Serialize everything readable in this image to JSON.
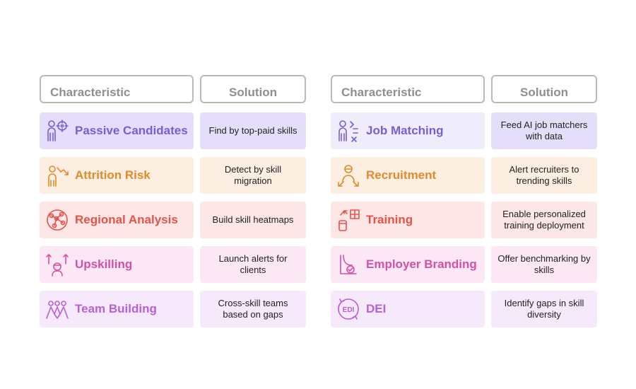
{
  "headers": {
    "characteristic": "Characteristic",
    "solution": "Solution"
  },
  "colors": {
    "purple": "#7b5cd6",
    "orange": "#e08a2b",
    "red": "#e4534a",
    "pink": "#d54fa8",
    "violet": "#b85fd6",
    "purple_bg": "#e4defa",
    "orange_bg": "#fcefe1",
    "red_bg": "#fde6e6",
    "pink_bg": "#fce7f4",
    "violet_bg": "#f6e9fb"
  },
  "left": [
    {
      "label": "Passive Candidates",
      "solution": "Find by top-paid skills",
      "icon": "candidate-target-icon",
      "color": "#7b5cd6",
      "bg": "#e4defa",
      "solbg": "#e4defa"
    },
    {
      "label": "Attrition Risk",
      "solution": "Detect by skill migration",
      "icon": "attrition-arrow-icon",
      "color": "#e08a2b",
      "bg": "#fcefe1",
      "solbg": "#fcefe1"
    },
    {
      "label": "Regional Analysis",
      "solution": "Build skill heatmaps",
      "icon": "region-network-icon",
      "color": "#e4534a",
      "bg": "#fde6e6",
      "solbg": "#fde6e6"
    },
    {
      "label": "Upskilling",
      "solution": "Launch alerts for clients",
      "icon": "upskill-person-icon",
      "color": "#d54fa8",
      "bg": "#fce7f4",
      "solbg": "#fce7f4"
    },
    {
      "label": "Team Building",
      "solution": "Cross-skill teams based on gaps",
      "icon": "team-people-icon",
      "color": "#b85fd6",
      "bg": "#f6e9fb",
      "solbg": "#f6e9fb"
    }
  ],
  "right": [
    {
      "label": "Job Matching",
      "solution": "Feed AI job matchers with data",
      "icon": "job-match-icon",
      "color": "#7b5cd6",
      "bg": "#efecfb",
      "solbg": "#e4defa"
    },
    {
      "label": "Recruitment",
      "solution": "Alert recruiters to trending skills",
      "icon": "recruiter-icon",
      "color": "#e08a2b",
      "bg": "#fcefe1",
      "solbg": "#fcefe1"
    },
    {
      "label": "Training",
      "solution": "Enable personalized training deployment",
      "icon": "training-board-icon",
      "color": "#e4534a",
      "bg": "#fde6e6",
      "solbg": "#fde6e6"
    },
    {
      "label": "Employer Branding",
      "solution": "Offer benchmarking by skills",
      "icon": "branding-chart-icon",
      "color": "#d54fa8",
      "bg": "#fce7f4",
      "solbg": "#fce7f4"
    },
    {
      "label": "DEI",
      "solution": "Identify gaps in skill diversity",
      "icon": "dei-cycle-icon",
      "color": "#b85fd6",
      "bg": "#f6e9fb",
      "solbg": "#f6e9fb"
    }
  ]
}
